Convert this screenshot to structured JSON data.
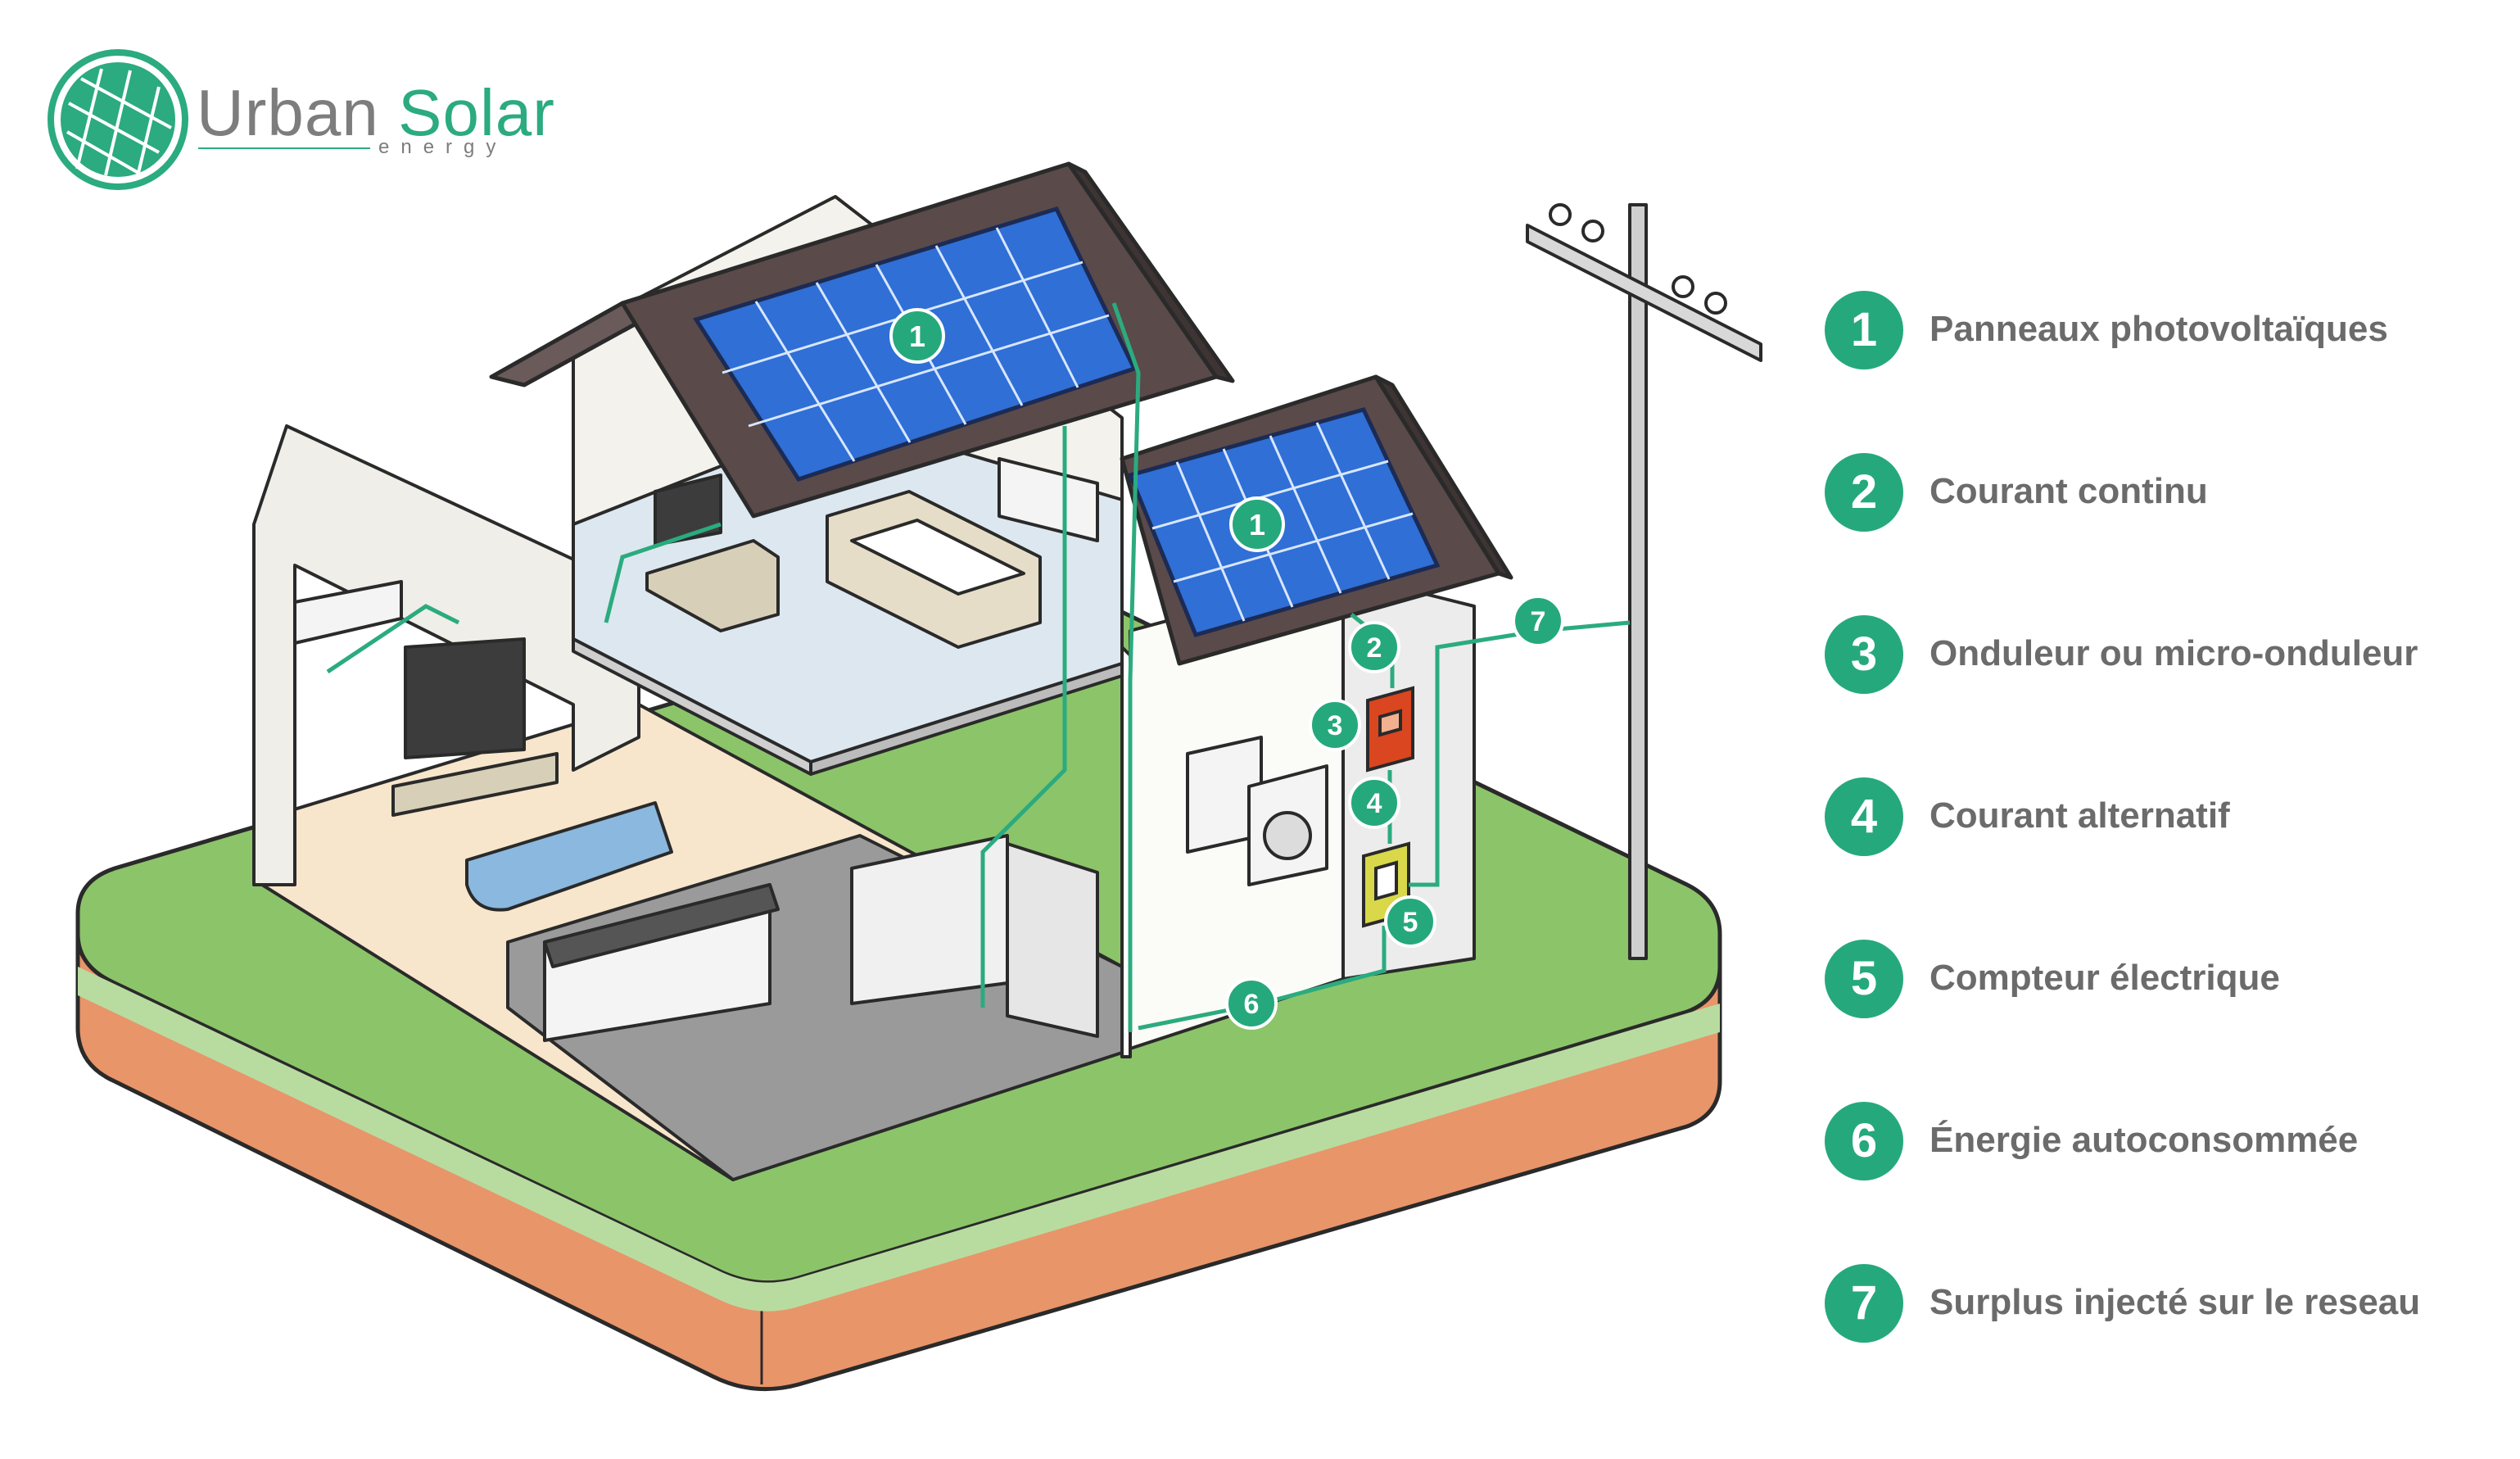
{
  "brand": {
    "name_part1": "Urban",
    "name_part2": "Solar",
    "subtitle": "energy",
    "color": "#2bab7f"
  },
  "diagram_markers": [
    {
      "number": "1",
      "target": "roof-panel-main"
    },
    {
      "number": "1",
      "target": "roof-panel-annex"
    },
    {
      "number": "2",
      "target": "dc-cable"
    },
    {
      "number": "3",
      "target": "inverter"
    },
    {
      "number": "4",
      "target": "ac-cable"
    },
    {
      "number": "5",
      "target": "meter"
    },
    {
      "number": "6",
      "target": "self-consumption-cable"
    },
    {
      "number": "7",
      "target": "grid-cable"
    }
  ],
  "legend": [
    {
      "number": "1",
      "label": "Panneaux photovoltaïques"
    },
    {
      "number": "2",
      "label": "Courant continu"
    },
    {
      "number": "3",
      "label": "Onduleur ou micro-onduleur"
    },
    {
      "number": "4",
      "label": "Courant alternatif"
    },
    {
      "number": "5",
      "label": "Compteur électrique"
    },
    {
      "number": "6",
      "label": "Énergie autoconsommée"
    },
    {
      "number": "7",
      "label": "Surplus injecté sur le reseau"
    }
  ],
  "colors": {
    "accent": "#25a97c",
    "grass": "#8cc46a",
    "soil": "#e8956a",
    "roof": "#5a4a4a",
    "panel": "#2f6fd6",
    "inverter": "#d9461f",
    "meter": "#d8d84a"
  }
}
